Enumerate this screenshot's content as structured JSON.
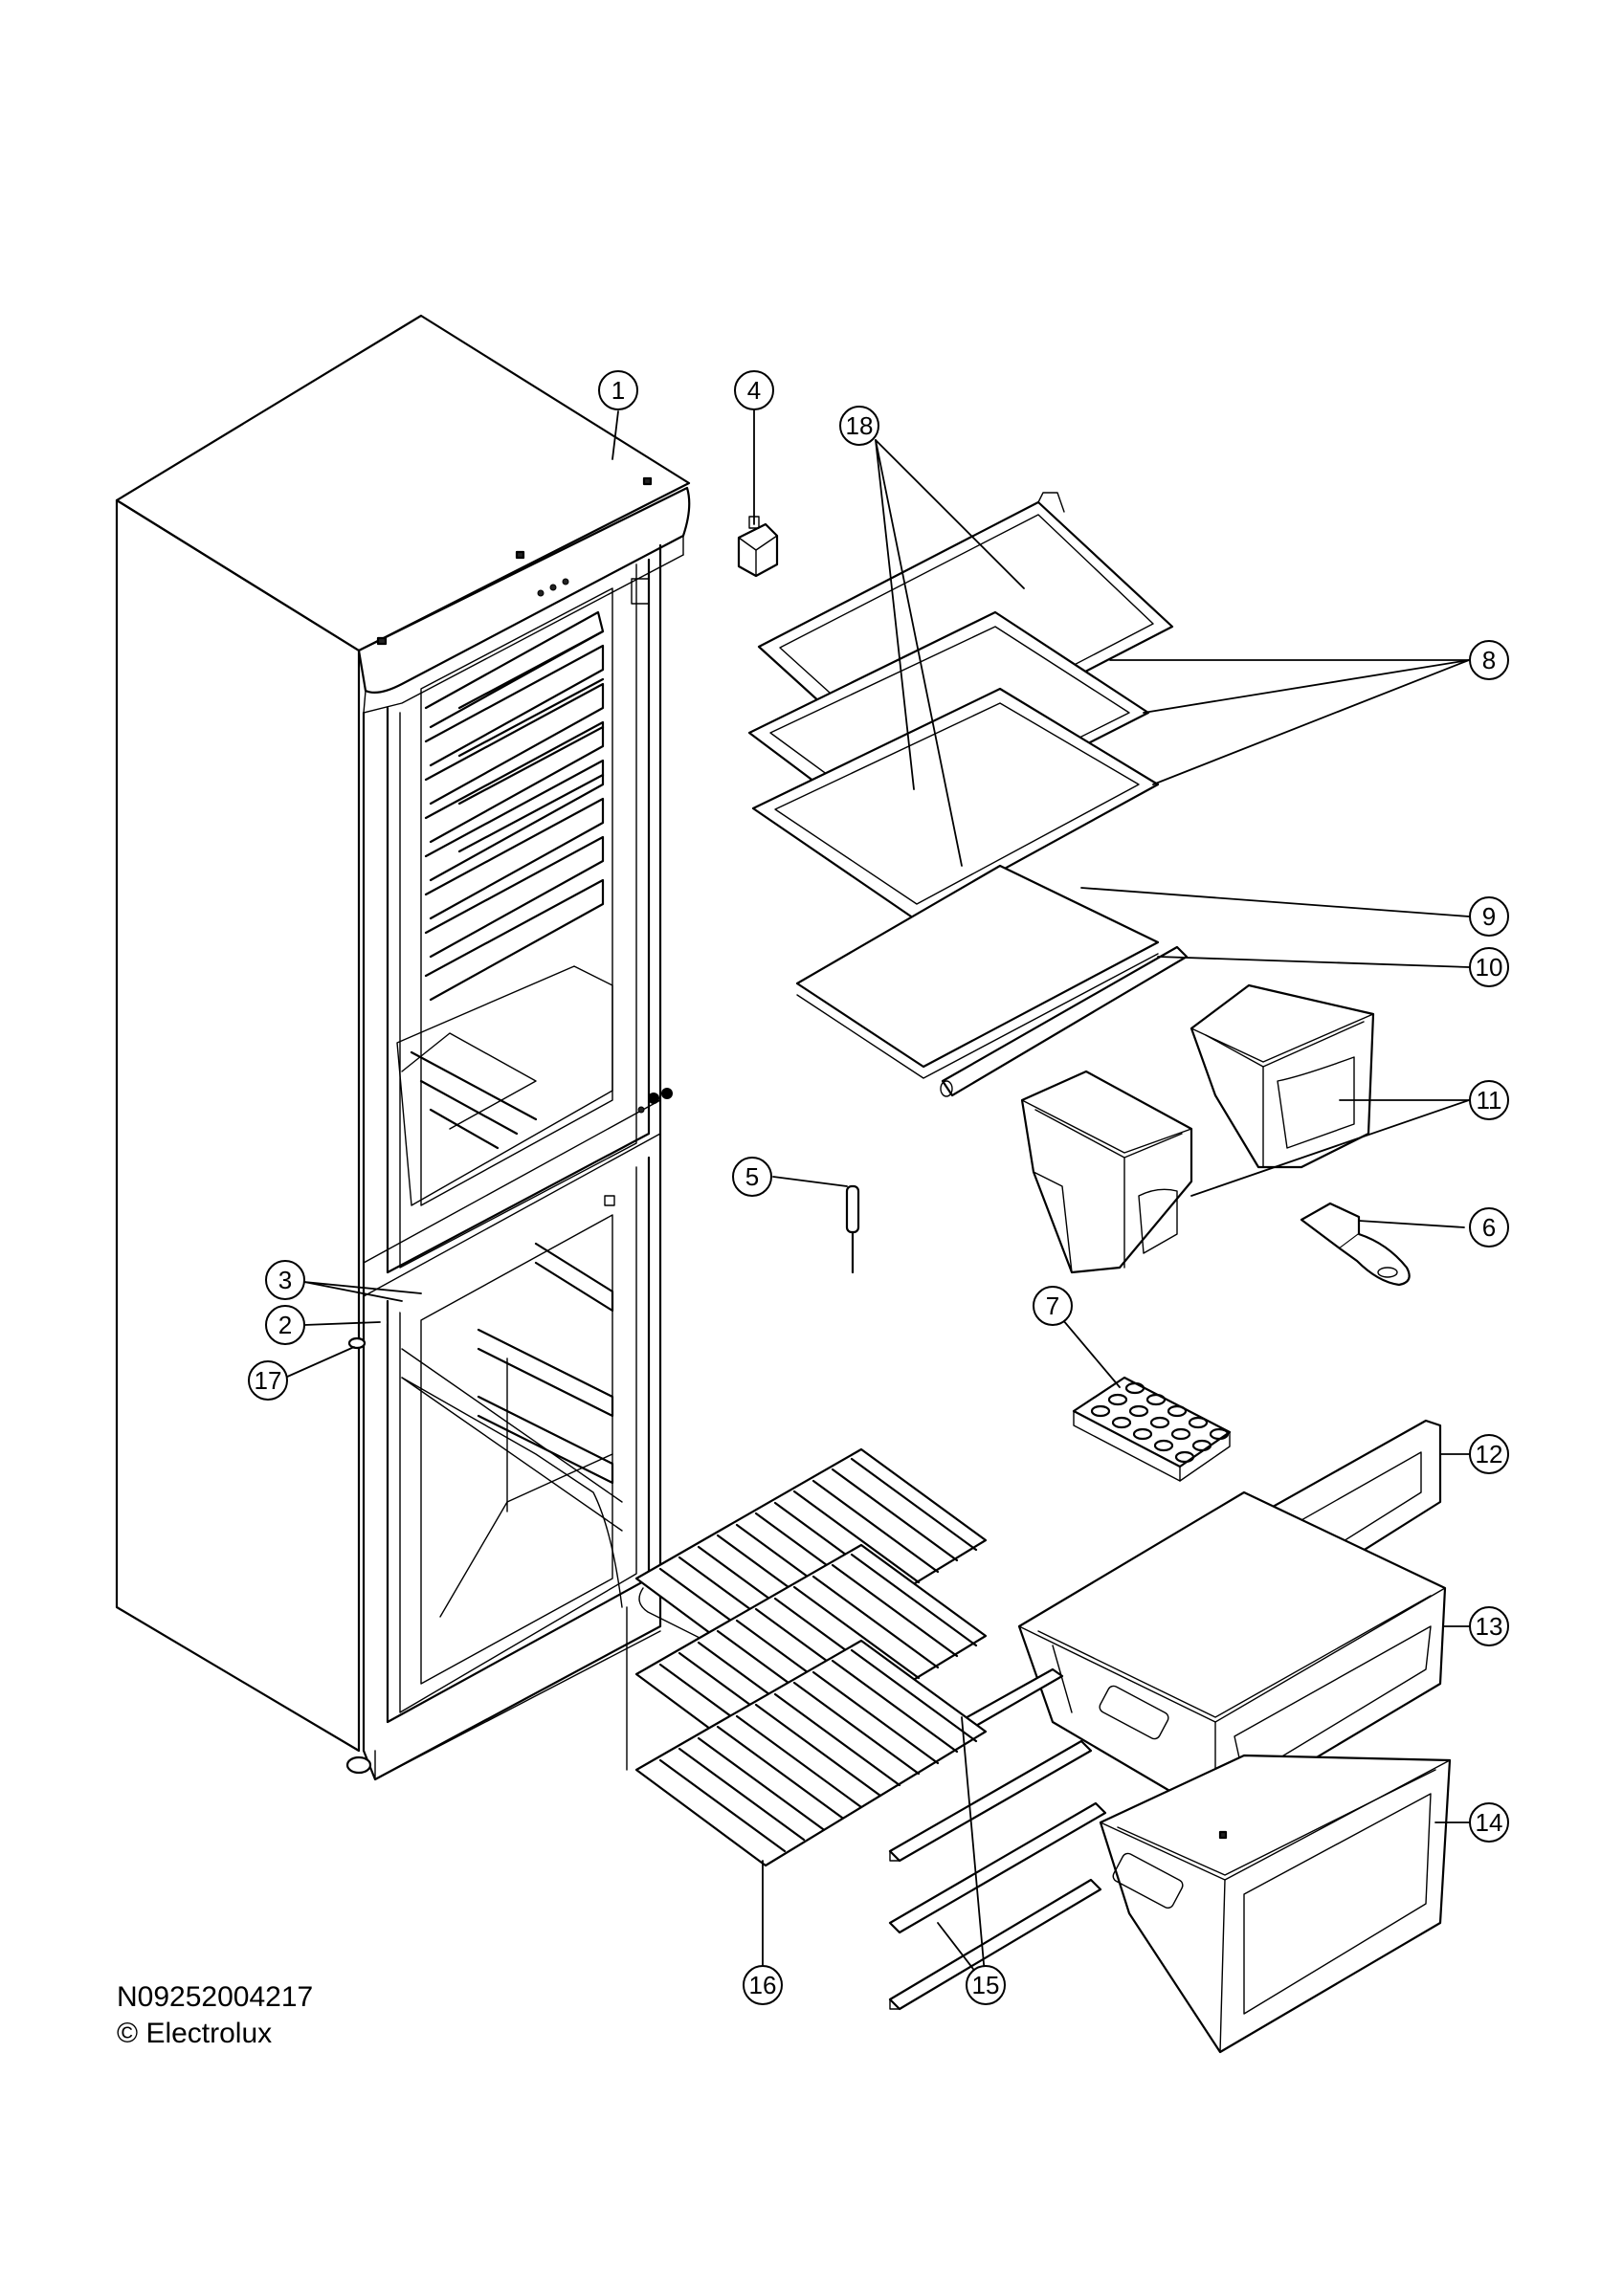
{
  "drawing": {
    "code": "N09252004217",
    "copyright": "© Electrolux"
  },
  "callouts": [
    {
      "id": "c1",
      "label": "1"
    },
    {
      "id": "c2",
      "label": "2"
    },
    {
      "id": "c3",
      "label": "3"
    },
    {
      "id": "c4",
      "label": "4"
    },
    {
      "id": "c5",
      "label": "5"
    },
    {
      "id": "c6",
      "label": "6"
    },
    {
      "id": "c7",
      "label": "7"
    },
    {
      "id": "c8",
      "label": "8"
    },
    {
      "id": "c9",
      "label": "9"
    },
    {
      "id": "c10",
      "label": "10"
    },
    {
      "id": "c11",
      "label": "11"
    },
    {
      "id": "c12",
      "label": "12"
    },
    {
      "id": "c13",
      "label": "13"
    },
    {
      "id": "c14",
      "label": "14"
    },
    {
      "id": "c15",
      "label": "15"
    },
    {
      "id": "c16",
      "label": "16"
    },
    {
      "id": "c17",
      "label": "17"
    },
    {
      "id": "c18",
      "label": "18"
    }
  ]
}
